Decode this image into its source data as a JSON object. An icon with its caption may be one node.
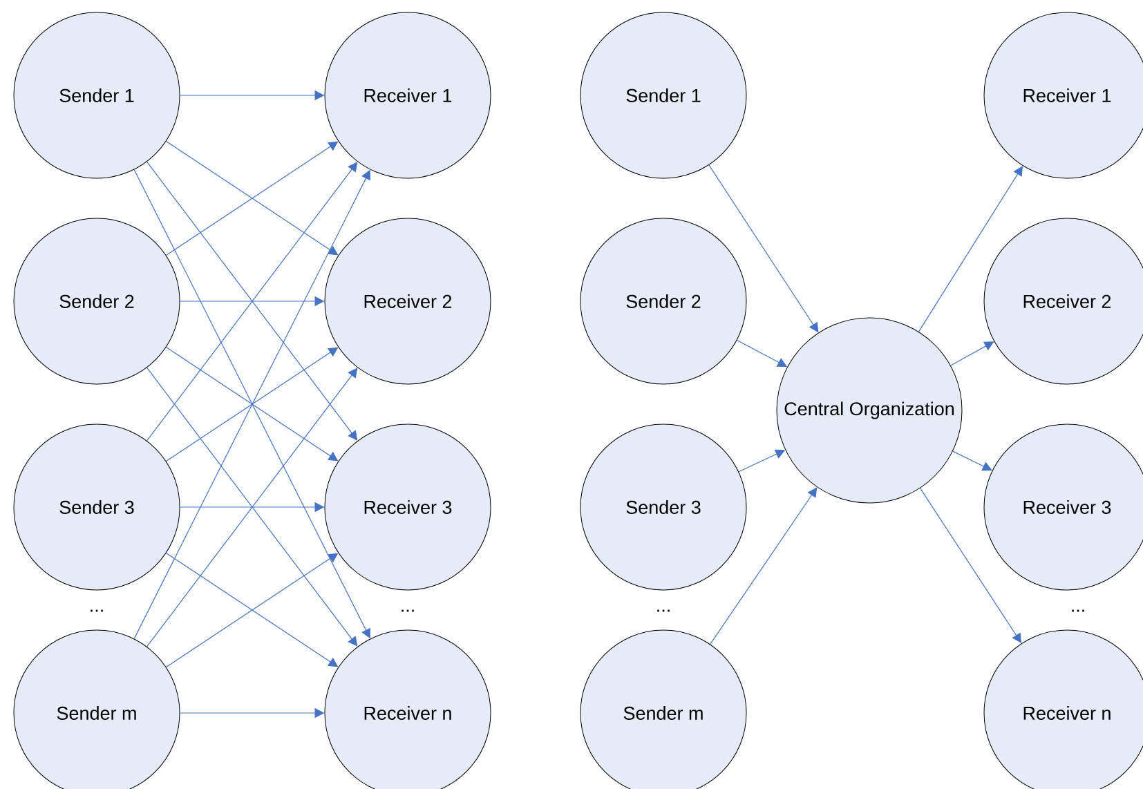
{
  "diagram": {
    "nodes": [
      {
        "text": [
          "Sender 1"
        ]
      },
      {
        "text": [
          "Sender 2"
        ]
      },
      {
        "text": [
          "Sender 3"
        ]
      },
      {
        "text": [
          "Sender m"
        ]
      },
      {
        "text": [
          "Receiver 1"
        ]
      },
      {
        "text": [
          "Receiver 2"
        ]
      },
      {
        "text": [
          "Receiver 3"
        ]
      },
      {
        "text": [
          "Receiver n"
        ]
      },
      {
        "text": [
          "Sender 1"
        ]
      },
      {
        "text": [
          "Sender 2"
        ]
      },
      {
        "text": [
          "Sender 3"
        ]
      },
      {
        "text": [
          "Sender m"
        ]
      },
      {
        "text": [
          "Central Organization"
        ]
      },
      {
        "text": [
          "Receiver 1"
        ]
      },
      {
        "text": [
          "Receiver 2"
        ]
      },
      {
        "text": [
          "Receiver 3"
        ]
      },
      {
        "text": [
          "Receiver n"
        ]
      }
    ],
    "edges": [
      {
        "from": 0,
        "to": 4,
        "arrow": "to"
      },
      {
        "from": 0,
        "to": 5,
        "arrow": "to"
      },
      {
        "from": 0,
        "to": 6,
        "arrow": "to"
      },
      {
        "from": 0,
        "to": 7,
        "arrow": "to"
      },
      {
        "from": 1,
        "to": 4,
        "arrow": "to"
      },
      {
        "from": 1,
        "to": 5,
        "arrow": "to"
      },
      {
        "from": 1,
        "to": 6,
        "arrow": "to"
      },
      {
        "from": 1,
        "to": 7,
        "arrow": "to"
      },
      {
        "from": 2,
        "to": 4,
        "arrow": "to"
      },
      {
        "from": 2,
        "to": 5,
        "arrow": "to"
      },
      {
        "from": 2,
        "to": 6,
        "arrow": "to"
      },
      {
        "from": 2,
        "to": 7,
        "arrow": "to"
      },
      {
        "from": 3,
        "to": 4,
        "arrow": "to"
      },
      {
        "from": 3,
        "to": 5,
        "arrow": "to"
      },
      {
        "from": 3,
        "to": 6,
        "arrow": "to"
      },
      {
        "from": 3,
        "to": 7,
        "arrow": "to"
      },
      {
        "from": 8,
        "to": 12,
        "arrow": "to"
      },
      {
        "from": 9,
        "to": 12,
        "arrow": "to"
      },
      {
        "from": 10,
        "to": 12,
        "arrow": "to"
      },
      {
        "from": 11,
        "to": 12,
        "arrow": "to"
      },
      {
        "from": 12,
        "to": 13,
        "arrow": "to"
      },
      {
        "from": 12,
        "to": 14,
        "arrow": "to"
      },
      {
        "from": 12,
        "to": 15,
        "arrow": "to"
      },
      {
        "from": 12,
        "to": 16,
        "arrow": "to"
      }
    ],
    "labels": [
      "...",
      "...",
      "...",
      "..."
    ]
  }
}
